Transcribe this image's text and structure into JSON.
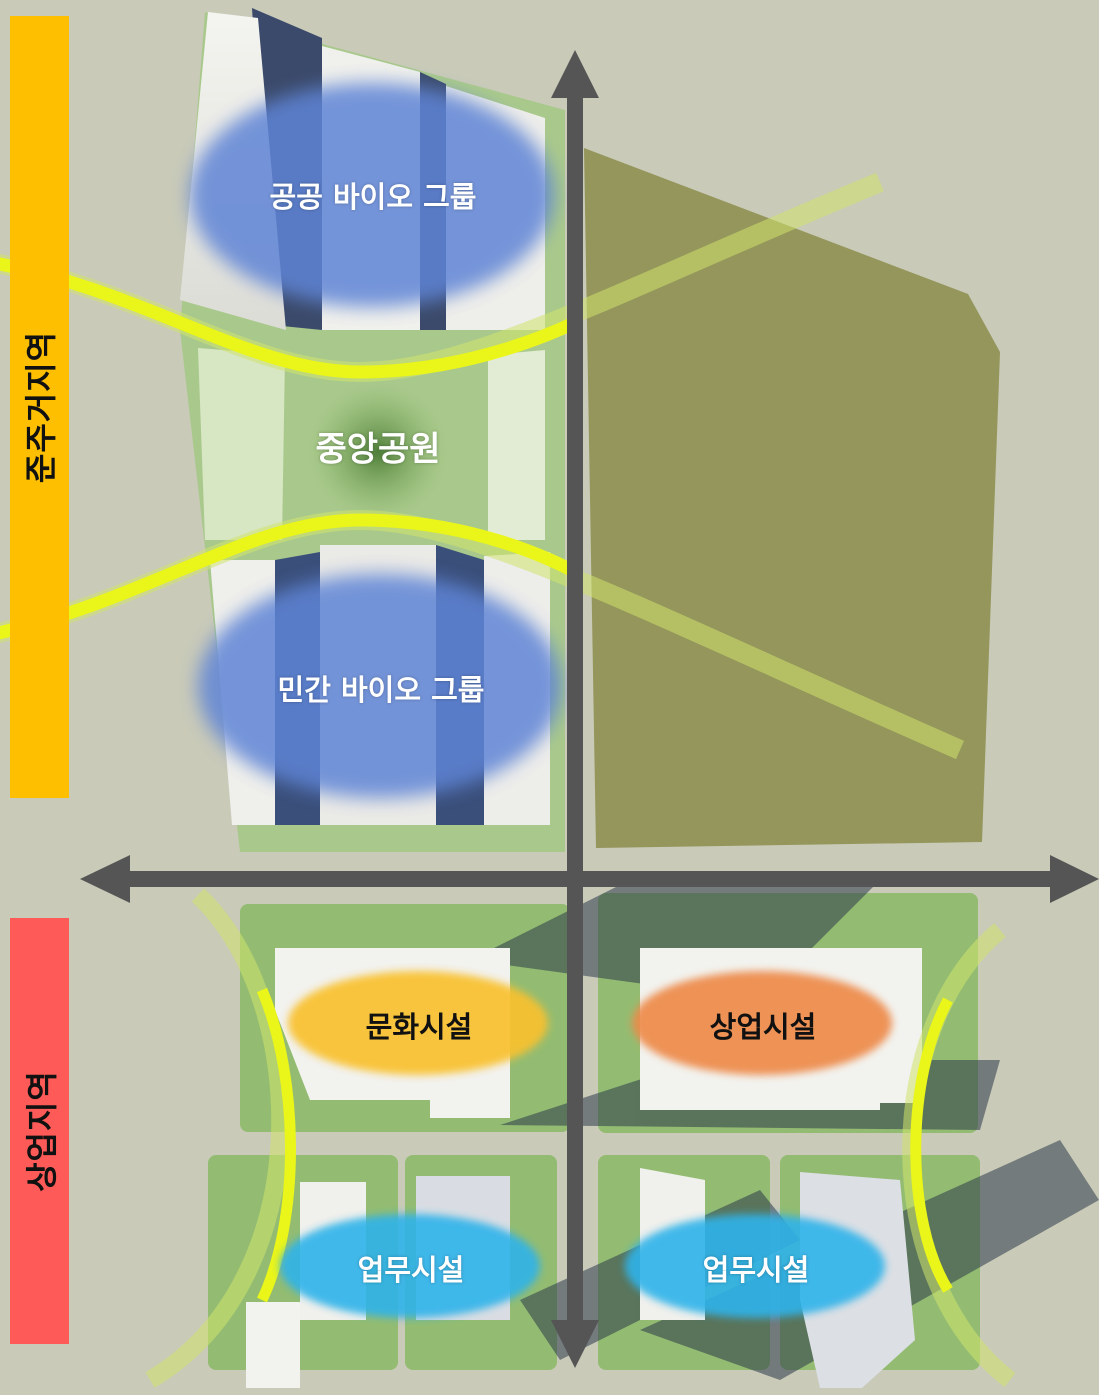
{
  "zones": {
    "residential": "준주거지역",
    "commercial": "상업지역"
  },
  "labels": {
    "public_bio": "공공 바이오 그룹",
    "central_park": "중앙공원",
    "private_bio": "민간 바이오 그룹",
    "culture": "문화시설",
    "commerce": "상업시설",
    "office_left": "업무시설",
    "office_right": "업무시설"
  },
  "colors": {
    "residential_zone": "#fdbf00",
    "commercial_zone": "#fe5a57",
    "bio_group": "#5f84d6",
    "culture": "#f9c12e",
    "commerce": "#ee8a4a",
    "office": "#2fb3ea",
    "green_corridor": "#d9ee2a",
    "axis_arrow": "#555555",
    "park_area": "#8f9152"
  },
  "icons": [
    "axis-arrow-up-icon",
    "axis-arrow-down-icon",
    "axis-arrow-left-icon",
    "axis-arrow-right-icon"
  ]
}
